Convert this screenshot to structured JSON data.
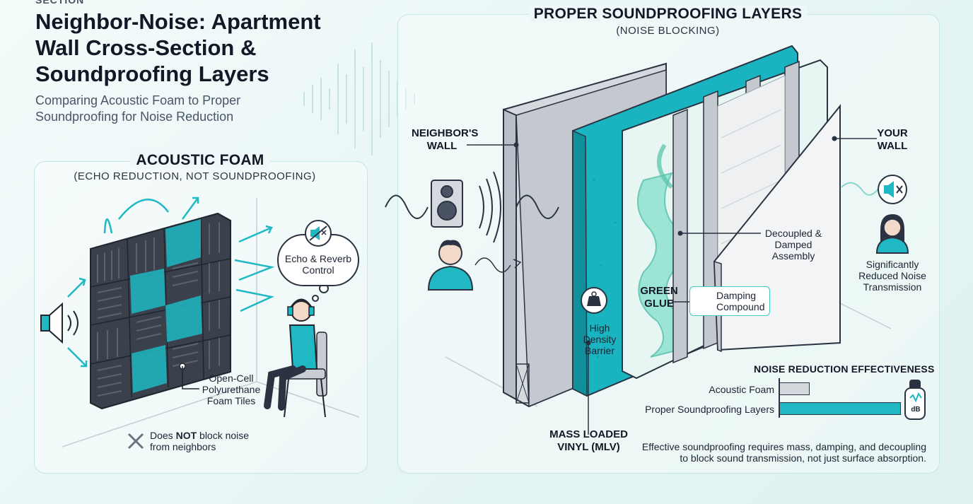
{
  "header": {
    "section_tag": "SECTION",
    "title": "Neighbor-Noise: Apartment Wall Cross-Section & Soundproofing Layers",
    "subtitle": "Comparing Acoustic Foam to Proper Soundproofing for Noise Reduction"
  },
  "left_panel": {
    "title": "ACOUSTIC FOAM",
    "subtitle": "(ECHO REDUCTION, NOT SOUNDPROOFING)",
    "bubble_text": "Echo & Reverb Control",
    "foam_label": "Open-Cell Polyurethane Foam Tiles",
    "warning_prefix": "Does ",
    "warning_bold": "NOT",
    "warning_suffix": " block noise from neighbors"
  },
  "right_panel": {
    "title": "PROPER SOUNDPROOFING LAYERS",
    "subtitle": "(NOISE BLOCKING)",
    "neighbor_wall": "NEIGHBOR'S WALL",
    "your_wall": "YOUR WALL",
    "decoupled": "Decoupled & Damped Assembly",
    "reduced": "Significantly Reduced Noise Transmission",
    "green_glue": "GREEN GLUE",
    "damping": "Damping Compound",
    "high_density": "High Density Barrier",
    "mlv": "MASS LOADED VINYL (MLV)",
    "footnote": "Effective soundproofing requires mass, damping, and decoupling to block sound transmission, not just surface absorption."
  },
  "chart_data": {
    "type": "bar",
    "title": "NOISE REDUCTION EFFECTIVENESS",
    "categories": [
      "Acoustic Foam",
      "Proper Soundproofing Layers"
    ],
    "values": [
      0.25,
      1.0
    ],
    "meter_label": "dB"
  },
  "colors": {
    "accent": "#1fb8c3",
    "dark": "#2b3342",
    "foam": "#3a404c",
    "wall": "#d5d9de"
  }
}
